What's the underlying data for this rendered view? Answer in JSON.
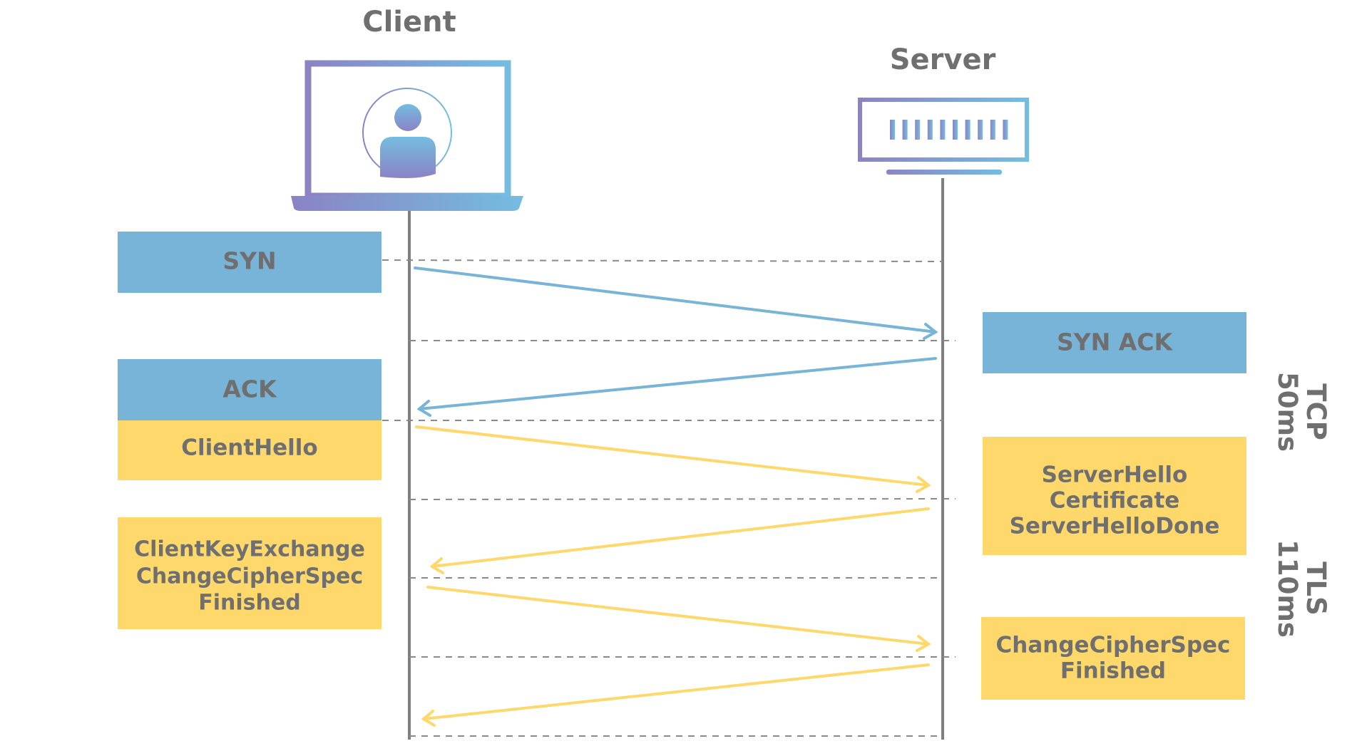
{
  "diagram": {
    "client_label": "Client",
    "server_label": "Server",
    "colors": {
      "tcp": "#78b4d8",
      "tls": "#fed86b",
      "text": "#6f6f6f",
      "lifeline": "#7f7f7f",
      "dashed": "#8a8a8a",
      "device_gradient_start": "#8b83c4",
      "device_gradient_end": "#74bde0"
    },
    "client_boxes": [
      {
        "id": "syn",
        "lines": [
          "SYN"
        ],
        "phase": "tcp"
      },
      {
        "id": "ack",
        "lines": [
          "ACK"
        ],
        "phase": "tcp"
      },
      {
        "id": "clienthello",
        "lines": [
          "ClientHello"
        ],
        "phase": "tls"
      },
      {
        "id": "clientkeyexchange",
        "lines": [
          "ClientKeyExchange",
          "ChangeCipherSpec",
          "Finished"
        ],
        "phase": "tls"
      }
    ],
    "server_boxes": [
      {
        "id": "synack",
        "lines": [
          "SYN ACK"
        ],
        "phase": "tcp"
      },
      {
        "id": "serverhello",
        "lines": [
          "ServerHello",
          "Certificate",
          "ServerHelloDone"
        ],
        "phase": "tls"
      },
      {
        "id": "changecipherspec",
        "lines": [
          "ChangeCipherSpec",
          "Finished"
        ],
        "phase": "tls"
      }
    ],
    "messages": [
      {
        "id": "msg-syn",
        "from": "client",
        "to": "server",
        "phase": "tcp"
      },
      {
        "id": "msg-synack",
        "from": "server",
        "to": "client",
        "phase": "tcp"
      },
      {
        "id": "msg-clienthello",
        "from": "client",
        "to": "server",
        "phase": "tls"
      },
      {
        "id": "msg-serverhello",
        "from": "server",
        "to": "client",
        "phase": "tls"
      },
      {
        "id": "msg-clientkeyexchange",
        "from": "client",
        "to": "server",
        "phase": "tls"
      },
      {
        "id": "msg-changecipherspec",
        "from": "server",
        "to": "client",
        "phase": "tls"
      }
    ],
    "timing_labels": [
      {
        "id": "tcp",
        "lines": [
          "TCP",
          "50ms"
        ]
      },
      {
        "id": "tls",
        "lines": [
          "TLS",
          "110ms"
        ]
      }
    ],
    "server_led_count": 10
  }
}
